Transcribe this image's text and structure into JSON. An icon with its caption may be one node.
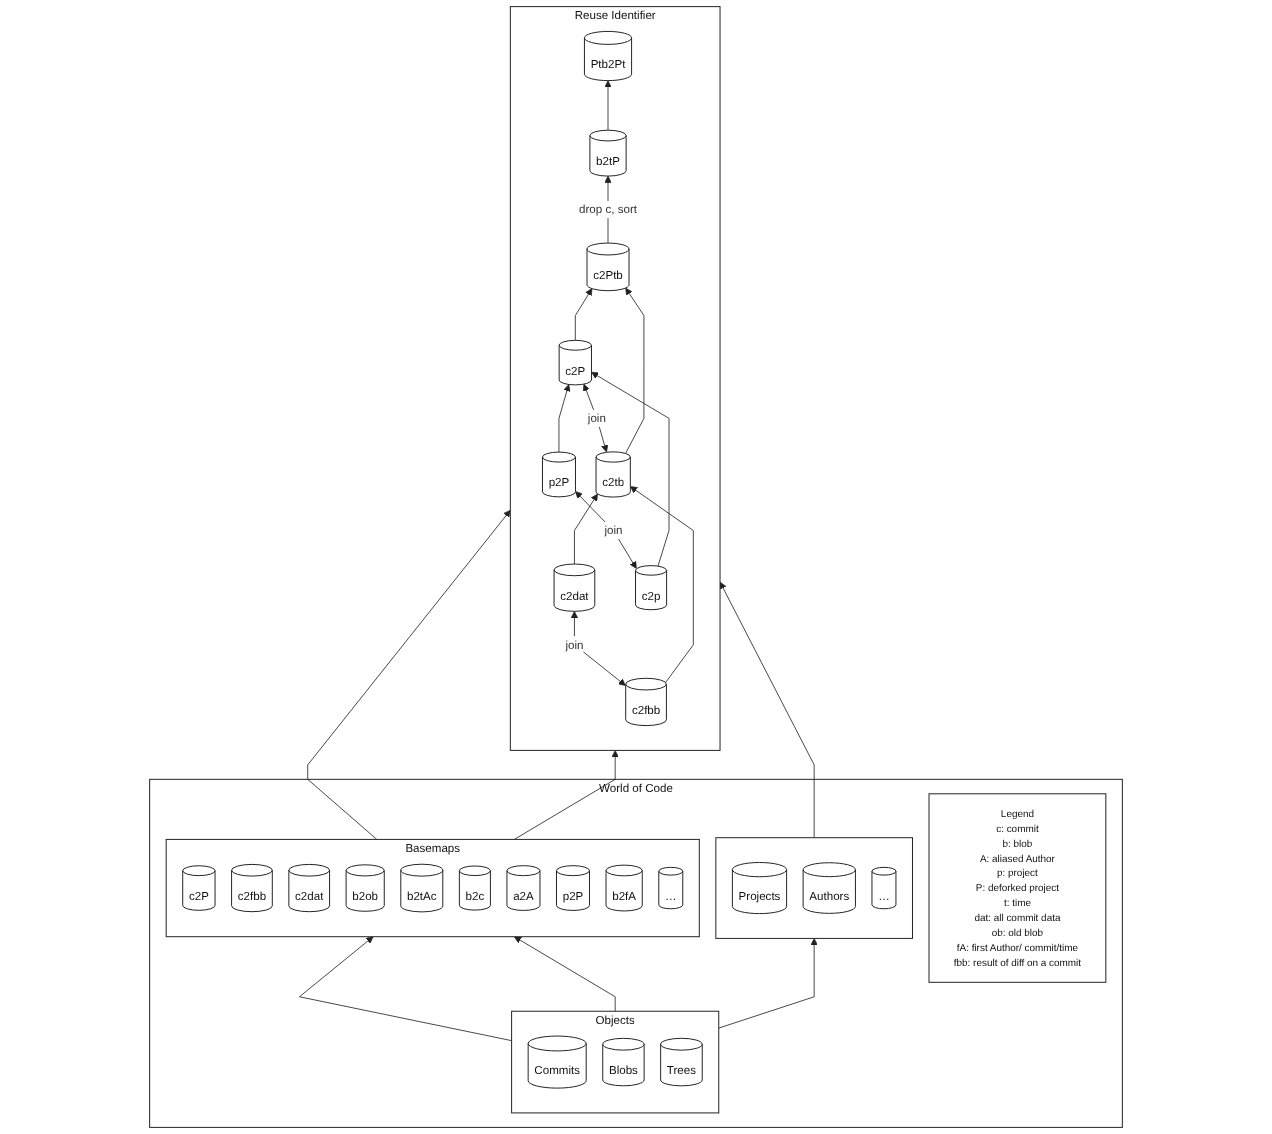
{
  "diagram": {
    "nodes": [
      {
        "text": [
          "Reuse Identifier"
        ]
      },
      {
        "text": [
          "Ptb2Pt"
        ],
        "in": 0
      },
      {
        "text": [
          "c2Ptb"
        ],
        "in": 0
      },
      {
        "text": [
          "b2tP"
        ],
        "in": 0
      },
      {
        "text": [
          "c2tb"
        ],
        "in": 0
      },
      {
        "text": [
          "c2P"
        ],
        "in": 0
      },
      {
        "text": [
          "c2fbb"
        ],
        "in": 0
      },
      {
        "text": [
          "c2dat"
        ],
        "in": 0
      },
      {
        "text": [
          "c2p"
        ],
        "in": 0
      },
      {
        "text": [
          "p2P"
        ],
        "in": 0
      },
      {
        "text": [
          "World of Code"
        ]
      },
      {
        "text": [
          "Basemaps"
        ],
        "in": 10
      },
      {
        "text": [
          "c2P"
        ],
        "in": 11
      },
      {
        "text": [
          "c2fbb"
        ],
        "in": 11
      },
      {
        "text": [
          "c2dat"
        ],
        "in": 11
      },
      {
        "text": [
          "b2ob"
        ],
        "in": 11
      },
      {
        "text": [
          "b2tAc"
        ],
        "in": 11
      },
      {
        "text": [
          "b2c"
        ],
        "in": 11
      },
      {
        "text": [
          "a2A"
        ],
        "in": 11
      },
      {
        "text": [
          "p2P"
        ],
        "in": 11
      },
      {
        "text": [
          "b2fA"
        ],
        "in": 11
      },
      {
        "text": [
          "…"
        ],
        "in": 11
      },
      {
        "text": [],
        "shape": "box",
        "in": 10
      },
      {
        "text": [
          "Projects"
        ],
        "in": 22
      },
      {
        "text": [
          "Authors"
        ],
        "in": 22
      },
      {
        "text": [
          "…"
        ],
        "in": 22
      },
      {
        "text": [
          "Legend",
          "c: commit",
          "b: blob",
          "A: aliased Author",
          "p: project",
          "P: deforked project",
          "t: time",
          "dat: all commit data",
          "ob: old blob",
          "fA: first Author/ commit/time",
          "fbb: result of diff on a commit"
        ],
        "in": 10
      },
      {
        "text": [
          "Objects"
        ],
        "in": 10
      },
      {
        "text": [
          "Commits"
        ],
        "in": 27
      },
      {
        "text": [
          "Blobs"
        ],
        "in": 27
      },
      {
        "text": [
          "Trees"
        ],
        "in": 27
      }
    ],
    "edges": [
      {
        "from": 6,
        "to": 7,
        "arrow": "both",
        "label": "join"
      },
      {
        "from": 6,
        "to": 4,
        "arrow": "to"
      },
      {
        "from": 7,
        "to": 4,
        "arrow": "to"
      },
      {
        "from": 8,
        "to": 9,
        "arrow": "both",
        "label": "join"
      },
      {
        "from": 8,
        "to": 5,
        "arrow": "to"
      },
      {
        "from": 9,
        "to": 5,
        "arrow": "to"
      },
      {
        "from": 4,
        "to": 5,
        "arrow": "both",
        "label": "join"
      },
      {
        "from": 4,
        "to": 2,
        "arrow": "to"
      },
      {
        "from": 5,
        "to": 2,
        "arrow": "to"
      },
      {
        "from": 2,
        "to": 3,
        "arrow": "to",
        "label": "drop c, sort"
      },
      {
        "from": 3,
        "to": 1,
        "arrow": "to"
      },
      {
        "from": 27,
        "to": 11,
        "arrow": "to"
      },
      {
        "from": 27,
        "to": 11,
        "arrow": "to"
      },
      {
        "from": 27,
        "to": 22,
        "arrow": "to"
      },
      {
        "from": 11,
        "to": 0,
        "arrow": "to"
      },
      {
        "from": 11,
        "to": 0,
        "arrow": "to"
      },
      {
        "from": 22,
        "to": 0,
        "arrow": "to"
      }
    ]
  }
}
